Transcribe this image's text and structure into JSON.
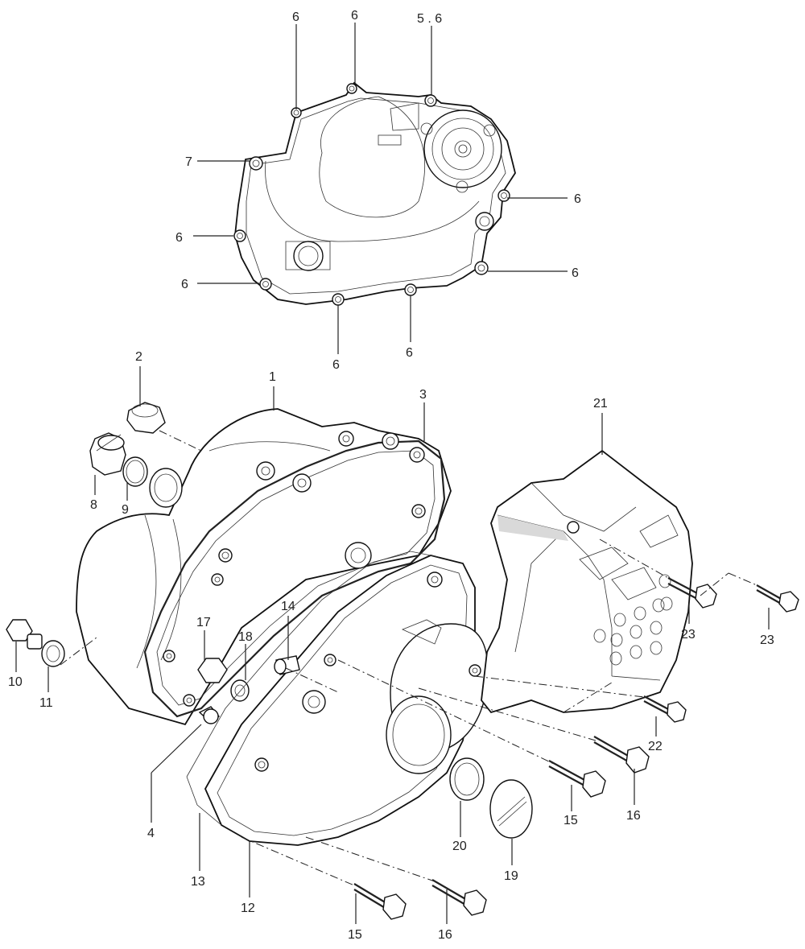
{
  "diagram": {
    "callouts": {
      "c_top_6a": "6",
      "c_top_6b": "6",
      "c_top_56": "5 . 6",
      "c_top_7": "7",
      "c_top_6_right1": "6",
      "c_top_6_left1": "6",
      "c_top_6_right2": "6",
      "c_top_6_left2": "6",
      "c_top_6_bot1": "6",
      "c_top_6_bot2": "6",
      "c_2": "2",
      "c_1": "1",
      "c_3": "3",
      "c_21": "21",
      "c_8": "8",
      "c_9": "9",
      "c_14": "14",
      "c_17": "17",
      "c_18": "18",
      "c_10": "10",
      "c_11": "11",
      "c_23a": "23",
      "c_23b": "23",
      "c_22": "22",
      "c_4": "4",
      "c_15a": "15",
      "c_16a": "16",
      "c_20": "20",
      "c_19": "19",
      "c_13": "13",
      "c_12": "12",
      "c_15b": "15",
      "c_16b": "16"
    }
  }
}
